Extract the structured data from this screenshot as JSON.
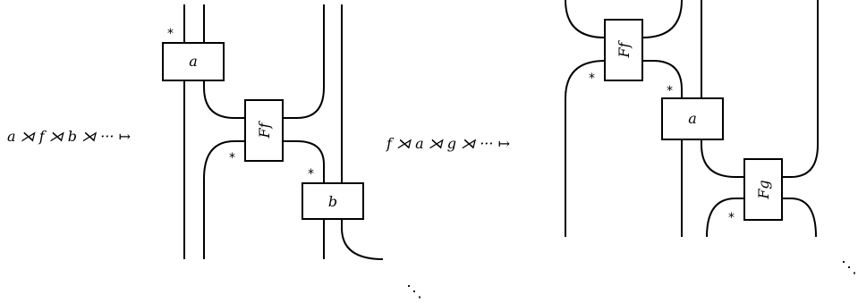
{
  "left": {
    "expression": "a ⋊ f ⋊ b ⋊ ··· ↦",
    "box_a": "a",
    "box_ff": "Ff",
    "box_b": "b",
    "star": "*"
  },
  "right": {
    "expression": "f ⋊ a ⋊ g ⋊ ··· ↦",
    "box_ff": "Ff",
    "box_a": "a",
    "box_fg": "Fg",
    "star": "*"
  },
  "ellipsis": "⋱"
}
